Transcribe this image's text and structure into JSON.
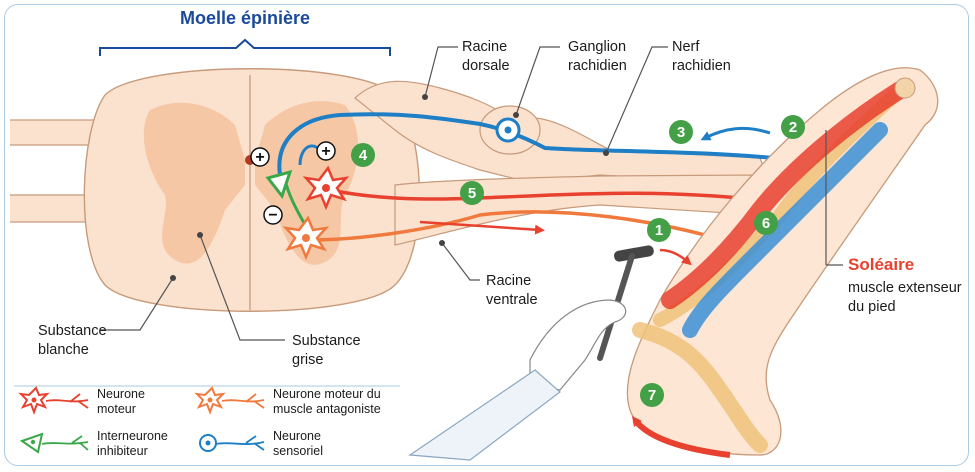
{
  "title": "Moelle épinière",
  "labels": {
    "racine_dorsale": [
      "Racine",
      "dorsale"
    ],
    "ganglion": [
      "Ganglion",
      "rachidien"
    ],
    "nerf": [
      "Nerf",
      "rachidien"
    ],
    "racine_ventrale": [
      "Racine",
      "ventrale"
    ],
    "substance_blanche": [
      "Substance",
      "blanche"
    ],
    "substance_grise": [
      "Substance",
      "grise"
    ],
    "muscle_name": "Soléaire",
    "muscle_desc": [
      "muscle extenseur",
      "du pied"
    ]
  },
  "steps": [
    "1",
    "2",
    "3",
    "4",
    "5",
    "6",
    "7"
  ],
  "signs": {
    "plus": "+",
    "minus": "−"
  },
  "legend": [
    {
      "icon": "motor-neuron",
      "lines": [
        "Neurone",
        "moteur"
      ]
    },
    {
      "icon": "antagonist-motor-neuron",
      "lines": [
        "Neurone moteur du",
        "muscle antagoniste"
      ]
    },
    {
      "icon": "inhibitory-interneuron",
      "lines": [
        "Interneurone",
        "inhibiteur"
      ]
    },
    {
      "icon": "sensory-neuron",
      "lines": [
        "Neurone",
        "sensoriel"
      ]
    }
  ],
  "colors": {
    "motor": "#e8412f",
    "antagonist": "#f07a3e",
    "sensory": "#1f7fc6",
    "interneuron": "#3aa84a",
    "step_badge": "#43a047",
    "tissue": "#fbe2cf",
    "grey_matter": "#f6c7a5",
    "title": "#1a4a9c"
  }
}
